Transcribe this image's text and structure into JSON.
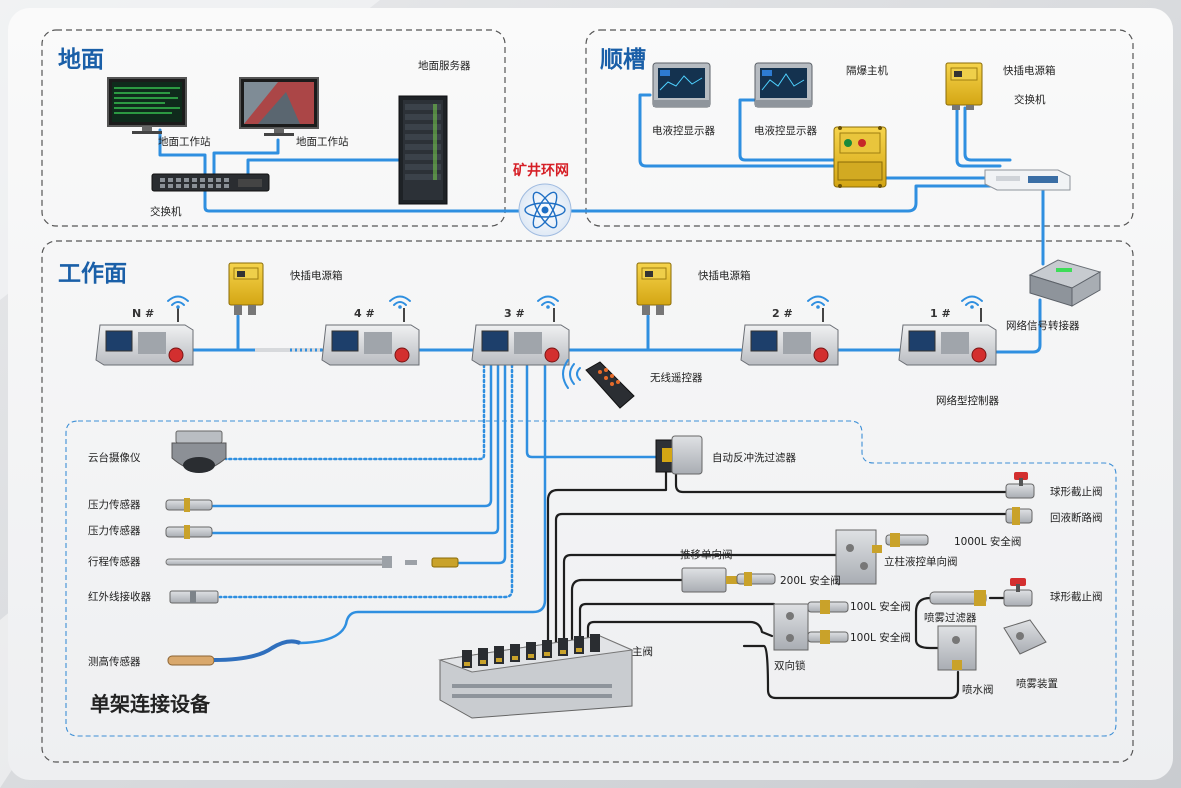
{
  "sections": {
    "ground": "地面",
    "trough": "顺槽",
    "face": "工作面",
    "support": "单架连接设备"
  },
  "network": "矿井环网",
  "ground": {
    "server": "地面服务器",
    "ws1": "地面工作站",
    "ws2": "地面工作站",
    "switch": "交换机"
  },
  "trough": {
    "display1": "电液控显示器",
    "display2": "电液控显示器",
    "host": "隔爆主机",
    "power": "快插电源箱",
    "switch": "交换机"
  },
  "face": {
    "power1": "快插电源箱",
    "power2": "快插电源箱",
    "controllers": [
      "N #",
      "4 #",
      "3 #",
      "2 #",
      "1 #"
    ],
    "remote": "无线遥控器",
    "net_controller": "网络型控制器",
    "net_adapter": "网络信号转接器"
  },
  "support": {
    "camera": "云台摄像仪",
    "pressure1": "压力传感器",
    "pressure2": "压力传感器",
    "stroke": "行程传感器",
    "ir": "红外线接收器",
    "height": "测高传感器",
    "filter": "自动反冲洗过滤器",
    "ball_valve1": "球形截止阀",
    "return_valve": "回液断路阀",
    "safety_1000": "1000L 安全阀",
    "push_valve": "推移单向阀",
    "column_valve": "立柱液控单向阀",
    "safety_200": "200L 安全阀",
    "safety_100a": "100L 安全阀",
    "safety_100b": "100L 安全阀",
    "spray_filter": "喷雾过滤器",
    "ball_valve2": "球形截止阀",
    "main_valve": "主阀",
    "two_way_lock": "双向锁",
    "spray_valve": "喷水阀",
    "spray_device": "喷雾装置"
  }
}
